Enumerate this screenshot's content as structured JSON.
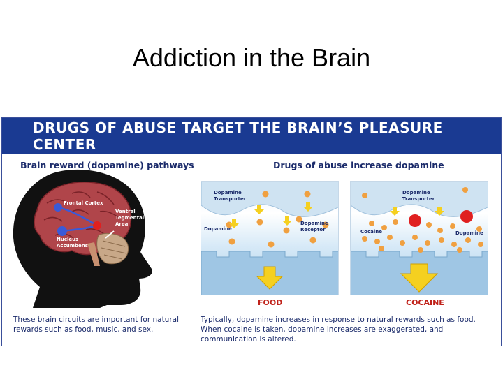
{
  "slide": {
    "title": "Addiction in the Brain"
  },
  "figure": {
    "banner": "DRUGS OF ABUSE TARGET THE BRAIN’S PLEASURE CENTER",
    "left": {
      "heading": "Brain reward (dopamine) pathways",
      "labels": {
        "frontal_cortex": "Frontal Cortex",
        "vta_1": "Ventral",
        "vta_2": "Tegmental",
        "vta_3": "Area",
        "nacc_1": "Nucleus",
        "nacc_2": "Accumbens"
      },
      "caption_lines": [
        "These brain circuits are important for natural",
        "rewards such as food, music, and sex."
      ]
    },
    "right": {
      "heading": "Drugs of abuse increase dopamine",
      "food_panel": {
        "label": "FOOD",
        "transporter_1": "Dopamine",
        "transporter_2": "Transporter",
        "dopamine": "Dopamine",
        "receptor_1": "Dopamine",
        "receptor_2": "Receptor"
      },
      "cocaine_panel": {
        "label": "COCAINE",
        "transporter_1": "Dopamine",
        "transporter_2": "Transporter",
        "cocaine": "Cocaine",
        "dopamine": "Dopamine"
      },
      "caption_lines": [
        "Typically, dopamine increases in response to natural rewards such as food.",
        "When cocaine is taken, dopamine increases are exaggerated, and communication is altered."
      ]
    }
  },
  "colors": {
    "banner": "#1a3a92",
    "dopamine": "#f0a040",
    "cocaine": "#e02020",
    "arrow": "#f5d020",
    "label_red": "#c0221a"
  }
}
